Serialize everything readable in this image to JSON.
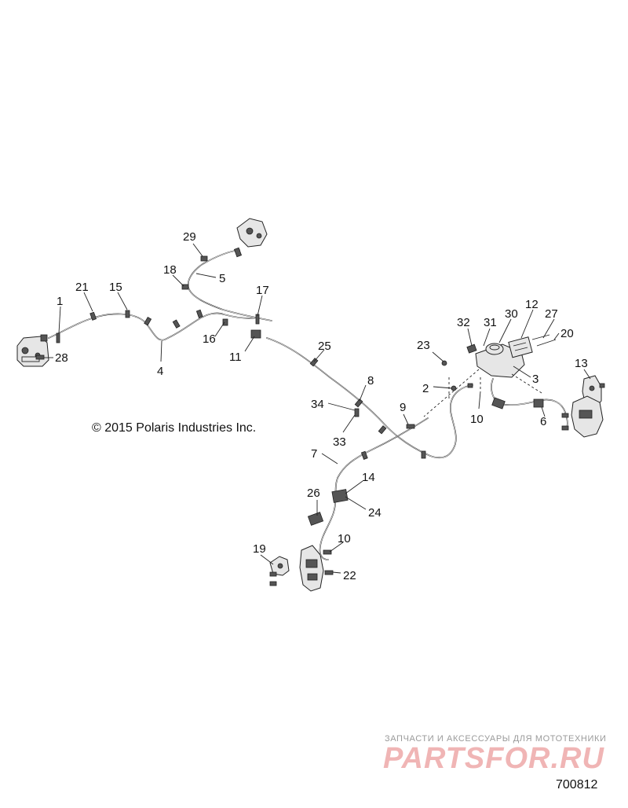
{
  "diagram": {
    "callouts": [
      "1",
      "21",
      "15",
      "28",
      "4",
      "29",
      "18",
      "5",
      "17",
      "16",
      "11",
      "25",
      "8",
      "34",
      "33",
      "9",
      "7",
      "14",
      "24",
      "26",
      "10",
      "19",
      "22",
      "23",
      "2",
      "32",
      "31",
      "30",
      "12",
      "27",
      "20",
      "3",
      "10",
      "6",
      "13"
    ],
    "copyright": "© 2015 Polaris Industries Inc.",
    "figure_number": "700812"
  },
  "watermark": {
    "caption": "ЗАПЧАСТИ И АКСЕССУАРЫ ДЛЯ МОТОТЕХНИКИ",
    "brand": "PARTSFOR.RU",
    "color": "#e47a7a"
  }
}
